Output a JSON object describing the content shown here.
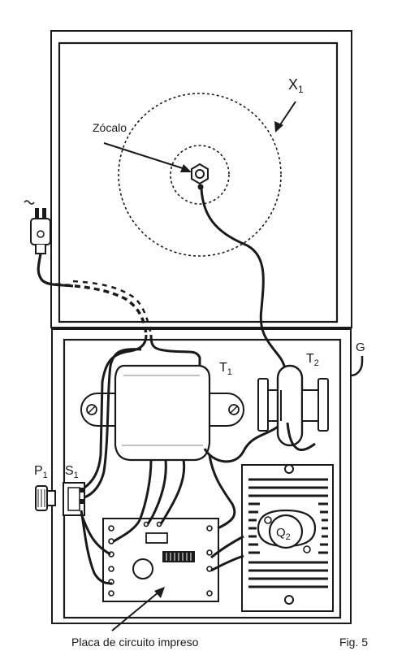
{
  "labels": {
    "x": "X",
    "x_sub": "1",
    "socket": "Zócalo",
    "t1": "T",
    "t1_sub": "1",
    "t2": "T",
    "t2_sub": "2",
    "g": "G",
    "p1": "P",
    "p1_sub": "1",
    "s1": "S",
    "s1_sub": "1",
    "q2": "Q",
    "q2_sub": "2",
    "pcb": "Placa de circuito impreso",
    "fig": "Fig. 5"
  },
  "colors": {
    "ink": "#1a1a1a",
    "paper": "#ffffff",
    "grey": "#9a9a9a"
  }
}
